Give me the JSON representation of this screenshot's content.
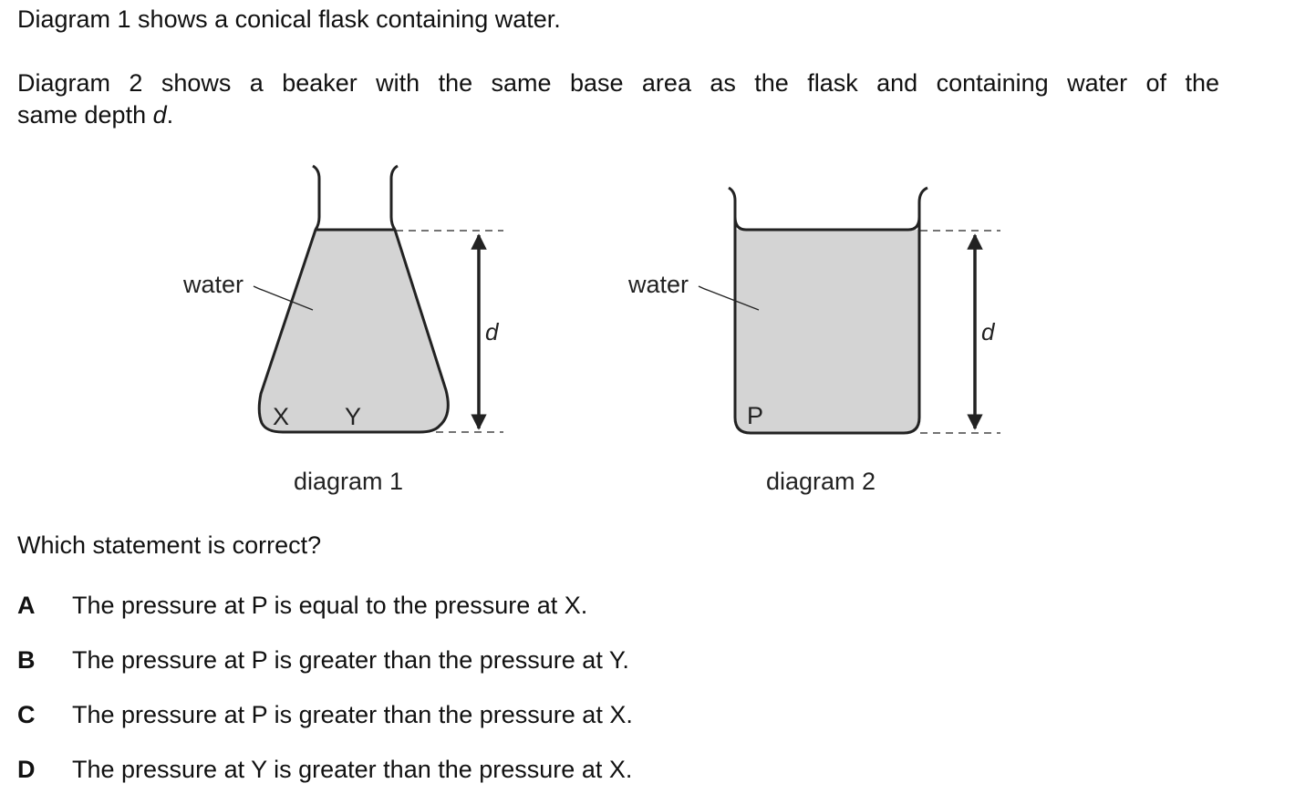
{
  "intro": {
    "sentence1": "Diagram 1 shows a conical flask containing water.",
    "sentence2_line1": "Diagram 2 shows a beaker with the same base area as the flask and containing water of the",
    "sentence2_line2_start": "same depth ",
    "sentence2_variable": "d",
    "sentence2_end": "."
  },
  "diagram1": {
    "caption": "diagram 1",
    "water_label": "water",
    "point_x": "X",
    "point_y": "Y",
    "depth_label": "d"
  },
  "diagram2": {
    "caption": "diagram 2",
    "water_label": "water",
    "point_p": "P",
    "depth_label": "d"
  },
  "question": "Which statement is correct?",
  "options": [
    {
      "letter": "A",
      "text": "The pressure at P is equal to the pressure at X."
    },
    {
      "letter": "B",
      "text": "The pressure at P is greater than the pressure at Y."
    },
    {
      "letter": "C",
      "text": "The pressure at P is greater than the pressure at X."
    },
    {
      "letter": "D",
      "text": "The pressure at Y is greater than the pressure at X."
    }
  ],
  "colors": {
    "water_fill": "#d4d4d4",
    "outline": "#222222"
  }
}
